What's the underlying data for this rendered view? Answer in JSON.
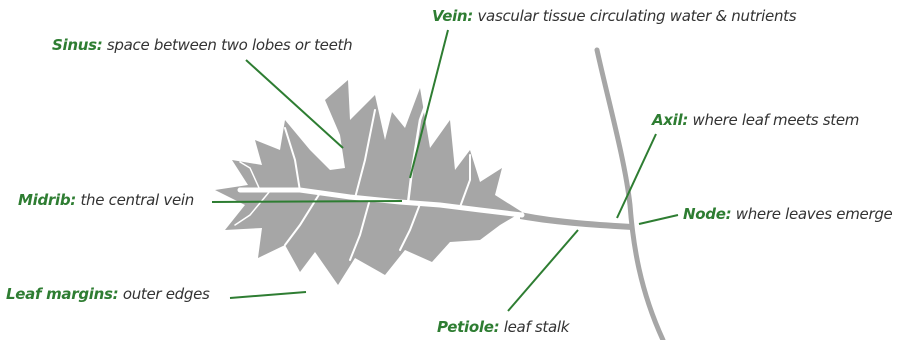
{
  "colors": {
    "leaf": "#a6a6a6",
    "vein": "#ffffff",
    "stem": "#a6a6a6",
    "term": "#2e7d32",
    "leader": "#2e7d32",
    "description": "#333333"
  },
  "callouts": {
    "vein": {
      "term": "Vein:",
      "description": "vascular tissue circulating water & nutrients"
    },
    "sinus": {
      "term": "Sinus:",
      "description": "space between two lobes or teeth"
    },
    "axil": {
      "term": "Axil:",
      "description": "where leaf meets stem"
    },
    "midrib": {
      "term": "Midrib:",
      "description": "the central vein"
    },
    "node": {
      "term": "Node:",
      "description": "where leaves emerge"
    },
    "margins": {
      "term": "Leaf margins:",
      "description": "outer edges"
    },
    "petiole": {
      "term": "Petiole:",
      "description": "leaf stalk"
    }
  }
}
